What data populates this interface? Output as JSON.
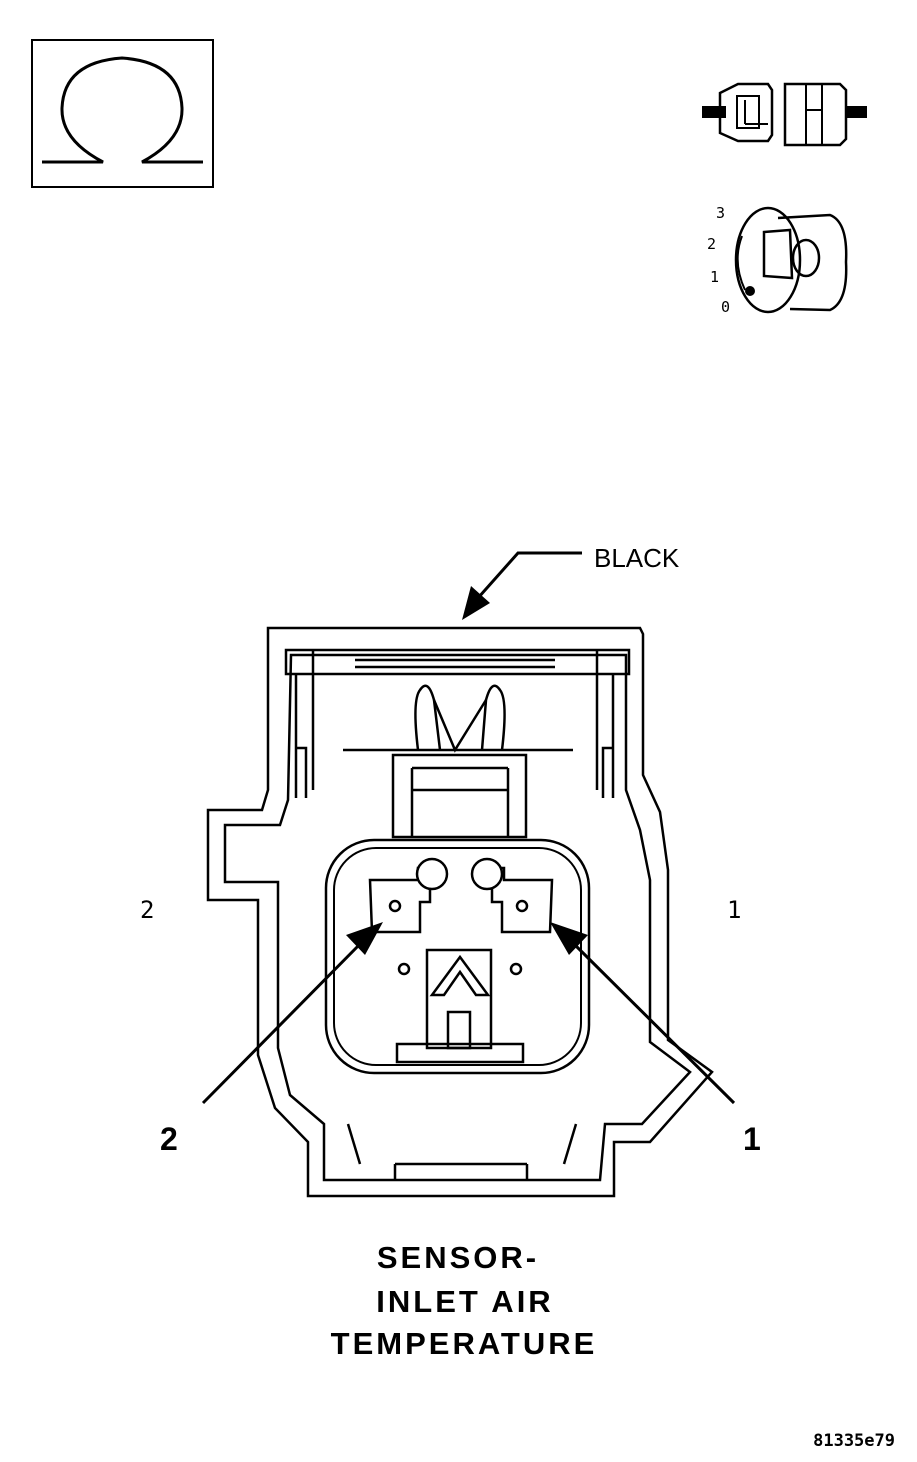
{
  "connector": {
    "color_callout": "BLACK",
    "side_label_left": "2",
    "side_label_right": "1",
    "pin_label_left": "2",
    "pin_label_right": "1"
  },
  "ignition_key": {
    "positions": [
      "3",
      "2",
      "1",
      "0"
    ]
  },
  "title": {
    "line1": "SENSOR-",
    "line2": "INLET AIR",
    "line3": "TEMPERATURE"
  },
  "figure_id": "81335e79",
  "icons": {
    "ohmmeter": "ohm-symbol-icon",
    "connector": "connector-disconnected-icon",
    "key": "ignition-key-off-icon"
  },
  "colors": {
    "ink": "#000000",
    "paper": "#ffffff"
  }
}
